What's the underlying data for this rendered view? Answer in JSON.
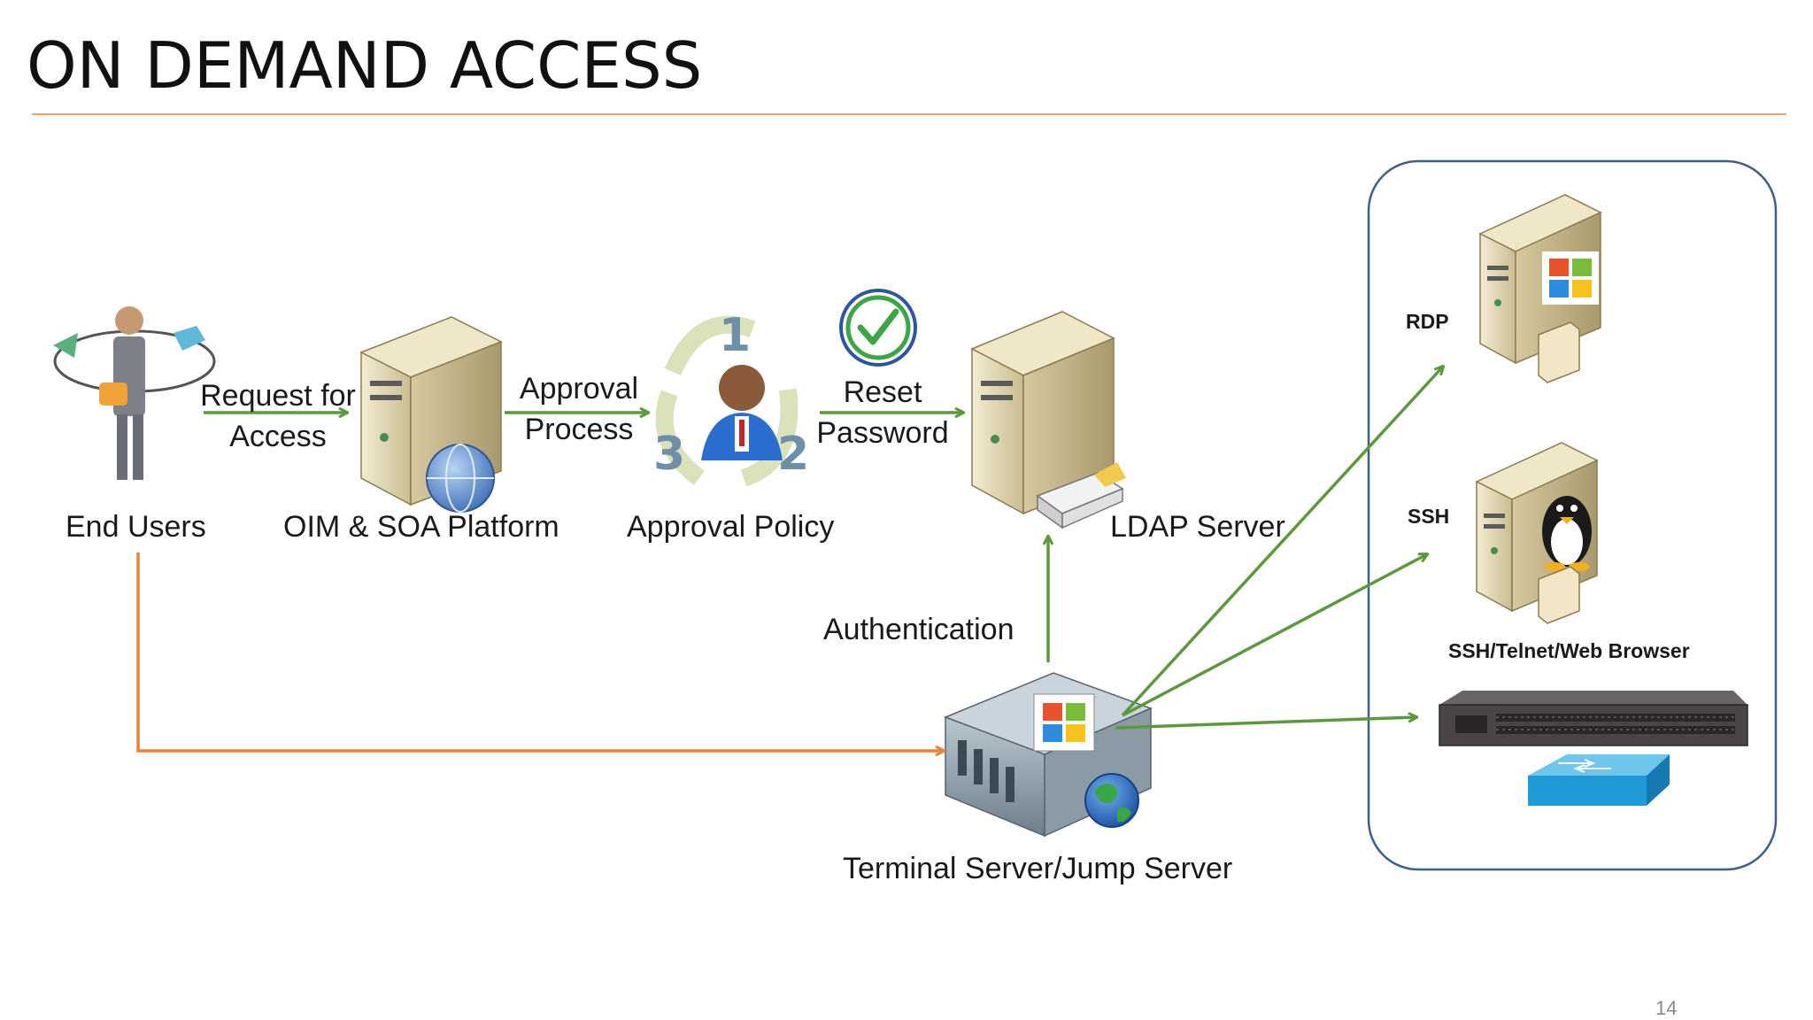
{
  "title": "ON DEMAND ACCESS",
  "page_number": "14",
  "nodes": {
    "end_users": "End Users",
    "oim_platform": "OIM & SOA  Platform",
    "approval_policy": "Approval Policy",
    "ldap_server": "LDAP Server",
    "jump_server": "Terminal Server/Jump Server"
  },
  "edges": {
    "request_for": "Request for",
    "access": "Access",
    "approval": "Approval",
    "process": "Process",
    "reset": "Reset",
    "password": "Password",
    "authentication": "Authentication"
  },
  "targets": {
    "rdp": "RDP",
    "ssh": "SSH",
    "browser": "SSH/Telnet/Web Browser"
  },
  "policy_steps": [
    "1",
    "2",
    "3"
  ],
  "colors": {
    "green_arrow": "#5b9a3c",
    "orange_arrow": "#e8843a",
    "accent_rule": "#e7a56d",
    "group_border": "#3f5f86"
  }
}
